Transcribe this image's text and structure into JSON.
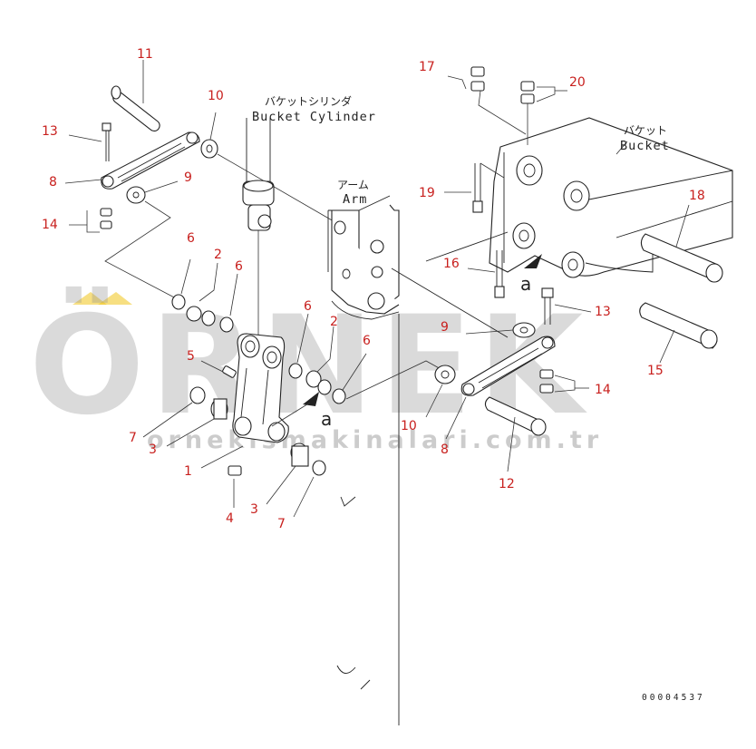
{
  "title_jp_bucket_cylinder": "バケットシリンダ",
  "title_en_bucket_cylinder": "Bucket Cylinder",
  "label_jp_arm": "アーム",
  "label_en_arm": "Arm",
  "label_jp_bucket": "バケット",
  "label_en_bucket": "Bucket",
  "detail_marker": "a",
  "document_number": "00004537",
  "watermark": {
    "brand": "ÖRNEK",
    "url": "ornekismakinalari.com.tr",
    "accent_color": "#f0c419"
  },
  "callouts": {
    "c11": "11",
    "c10a": "10",
    "c13a": "13",
    "c8a": "8",
    "c9a": "9",
    "c14a": "14",
    "c6a": "6",
    "c2a": "2",
    "c6b": "6",
    "c5": "5",
    "c6c": "6",
    "c2b": "2",
    "c6d": "6",
    "c7a": "7",
    "c3a": "3",
    "c1": "1",
    "c4": "4",
    "c3b": "3",
    "c7b": "7",
    "c17": "17",
    "c20": "20",
    "c19": "19",
    "c18": "18",
    "c16": "16",
    "c13b": "13",
    "c9b": "9",
    "c15": "15",
    "c14b": "14",
    "c10b": "10",
    "c8b": "8",
    "c12": "12"
  },
  "colors": {
    "callout": "#c8201e",
    "linework": "#222222"
  }
}
